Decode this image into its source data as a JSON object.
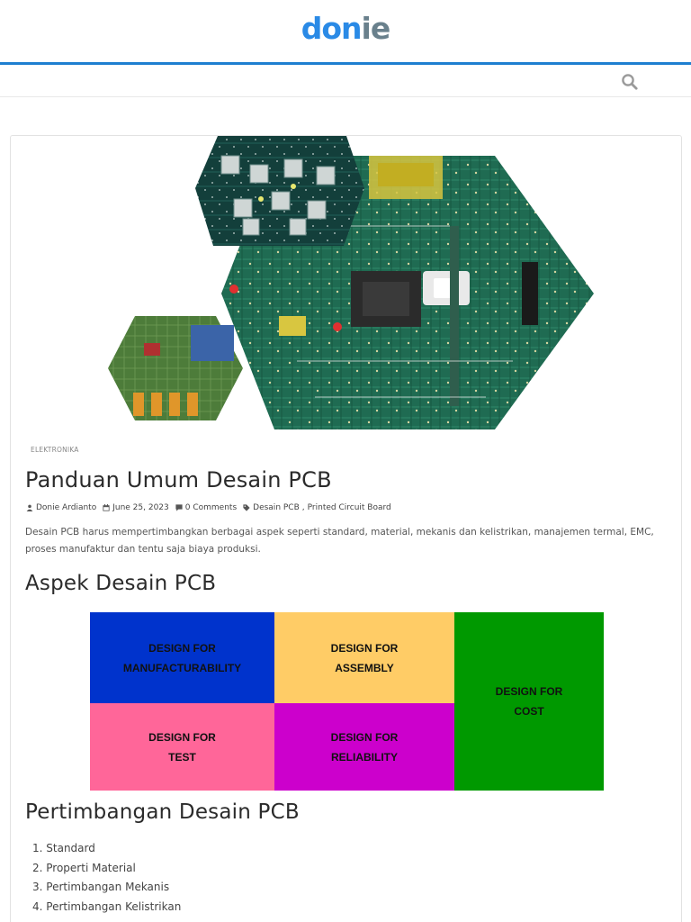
{
  "header": {
    "logo_part1": "do",
    "logo_part2": "n",
    "logo_part3": "ie",
    "logo_part1_color": "#2a8ae6",
    "logo_part2_color": "#69808c",
    "accent_color": "#1e7fd0",
    "search_icon": "search-icon"
  },
  "post": {
    "category": "ELEKTRONIKA",
    "title": "Panduan Umum Desain PCB",
    "meta": {
      "author": "Donie Ardianto",
      "date": "June 25, 2023",
      "comments": "0 Comments",
      "tag_1": "Desain PCB",
      "tag_separator": ",",
      "tag_2": "Printed Circuit Board"
    },
    "excerpt": "Desain PCB harus mempertimbangkan berbagai aspek seperti standard, material, mekanis dan kelistrikan, manajemen termal, EMC, proses manufaktur dan tentu saja biaya produksi.",
    "section_1_heading": "Aspek Desain PCB",
    "section_2_heading": "Pertimbangan Desain PCB"
  },
  "diagram": {
    "cells": [
      {
        "label": "DESIGN FOR\nMANUFACTURABILITY",
        "color": "#0033cc"
      },
      {
        "label": "DESIGN FOR\nASSEMBLY",
        "color": "#ffcc66"
      },
      {
        "label": "DESIGN FOR\nCOST",
        "color": "#009900"
      },
      {
        "label": "DESIGN FOR\nTEST",
        "color": "#ff6699"
      },
      {
        "label": "DESIGN FOR\nRELIABILITY",
        "color": "#cc00cc"
      }
    ]
  },
  "considerations": [
    "1. Standard",
    "2. Properti Material",
    "3. Pertimbangan Mekanis",
    "4. Pertimbangan Kelistrikan"
  ]
}
